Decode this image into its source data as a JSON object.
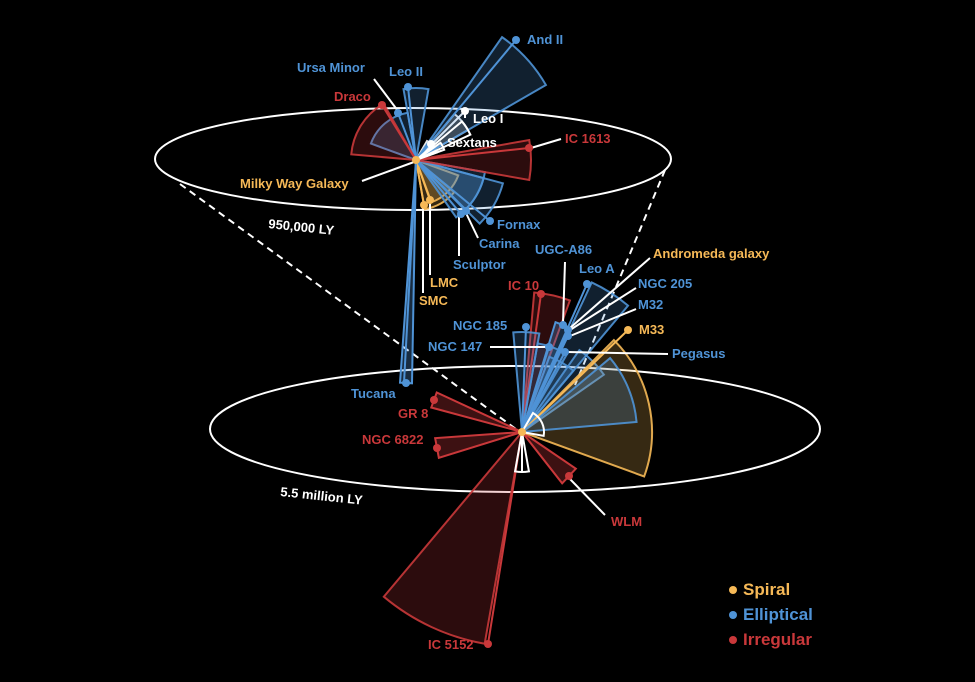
{
  "colors": {
    "spiral": "#f6b957",
    "elliptical": "#4f93d6",
    "irregular": "#c9383a",
    "white": "#ffffff"
  },
  "scale": {
    "inner": "950,000 LY",
    "outer": "5.5 million LY"
  },
  "legend": [
    {
      "label": "Spiral",
      "type": "spiral"
    },
    {
      "label": "Elliptical",
      "type": "elliptical"
    },
    {
      "label": "Irregular",
      "type": "irregular"
    }
  ],
  "galaxies": [
    {
      "name": "Milky Way Galaxy",
      "type": "spiral"
    },
    {
      "name": "LMC",
      "type": "spiral"
    },
    {
      "name": "SMC",
      "type": "spiral"
    },
    {
      "name": "Sculptor",
      "type": "elliptical"
    },
    {
      "name": "Carina",
      "type": "elliptical"
    },
    {
      "name": "Fornax",
      "type": "elliptical"
    },
    {
      "name": "Sextans",
      "type": "white"
    },
    {
      "name": "Leo I",
      "type": "white"
    },
    {
      "name": "Leo II",
      "type": "elliptical"
    },
    {
      "name": "Ursa Minor",
      "type": "elliptical"
    },
    {
      "name": "Draco",
      "type": "irregular"
    },
    {
      "name": "And II",
      "type": "elliptical"
    },
    {
      "name": "IC 1613",
      "type": "irregular"
    },
    {
      "name": "Tucana",
      "type": "elliptical"
    },
    {
      "name": "GR 8",
      "type": "irregular"
    },
    {
      "name": "NGC 6822",
      "type": "irregular"
    },
    {
      "name": "IC 5152",
      "type": "irregular"
    },
    {
      "name": "WLM",
      "type": "irregular"
    },
    {
      "name": "IC 10",
      "type": "irregular"
    },
    {
      "name": "UGC-A86",
      "type": "elliptical"
    },
    {
      "name": "Leo A",
      "type": "elliptical"
    },
    {
      "name": "Andromeda galaxy",
      "type": "spiral"
    },
    {
      "name": "NGC 205",
      "type": "elliptical"
    },
    {
      "name": "M32",
      "type": "elliptical"
    },
    {
      "name": "M33",
      "type": "spiral"
    },
    {
      "name": "Pegasus",
      "type": "elliptical"
    },
    {
      "name": "NGC 185",
      "type": "elliptical"
    },
    {
      "name": "NGC 147",
      "type": "elliptical"
    }
  ]
}
